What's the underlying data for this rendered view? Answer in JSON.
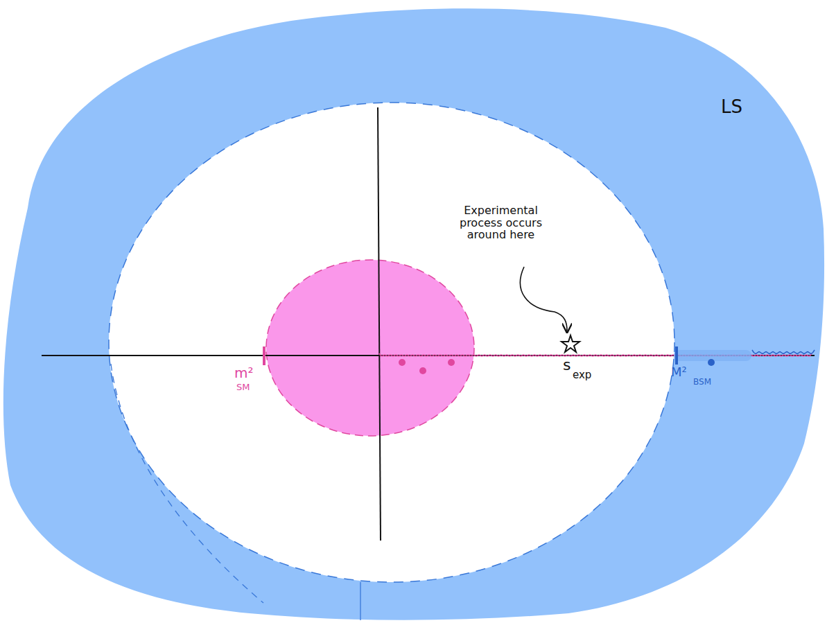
{
  "diagram": {
    "labels": [
      "LS",
      "Experimental process occurs around here",
      "s",
      "exp",
      "m²",
      "SM",
      "M²",
      "BSM"
    ]
  }
}
